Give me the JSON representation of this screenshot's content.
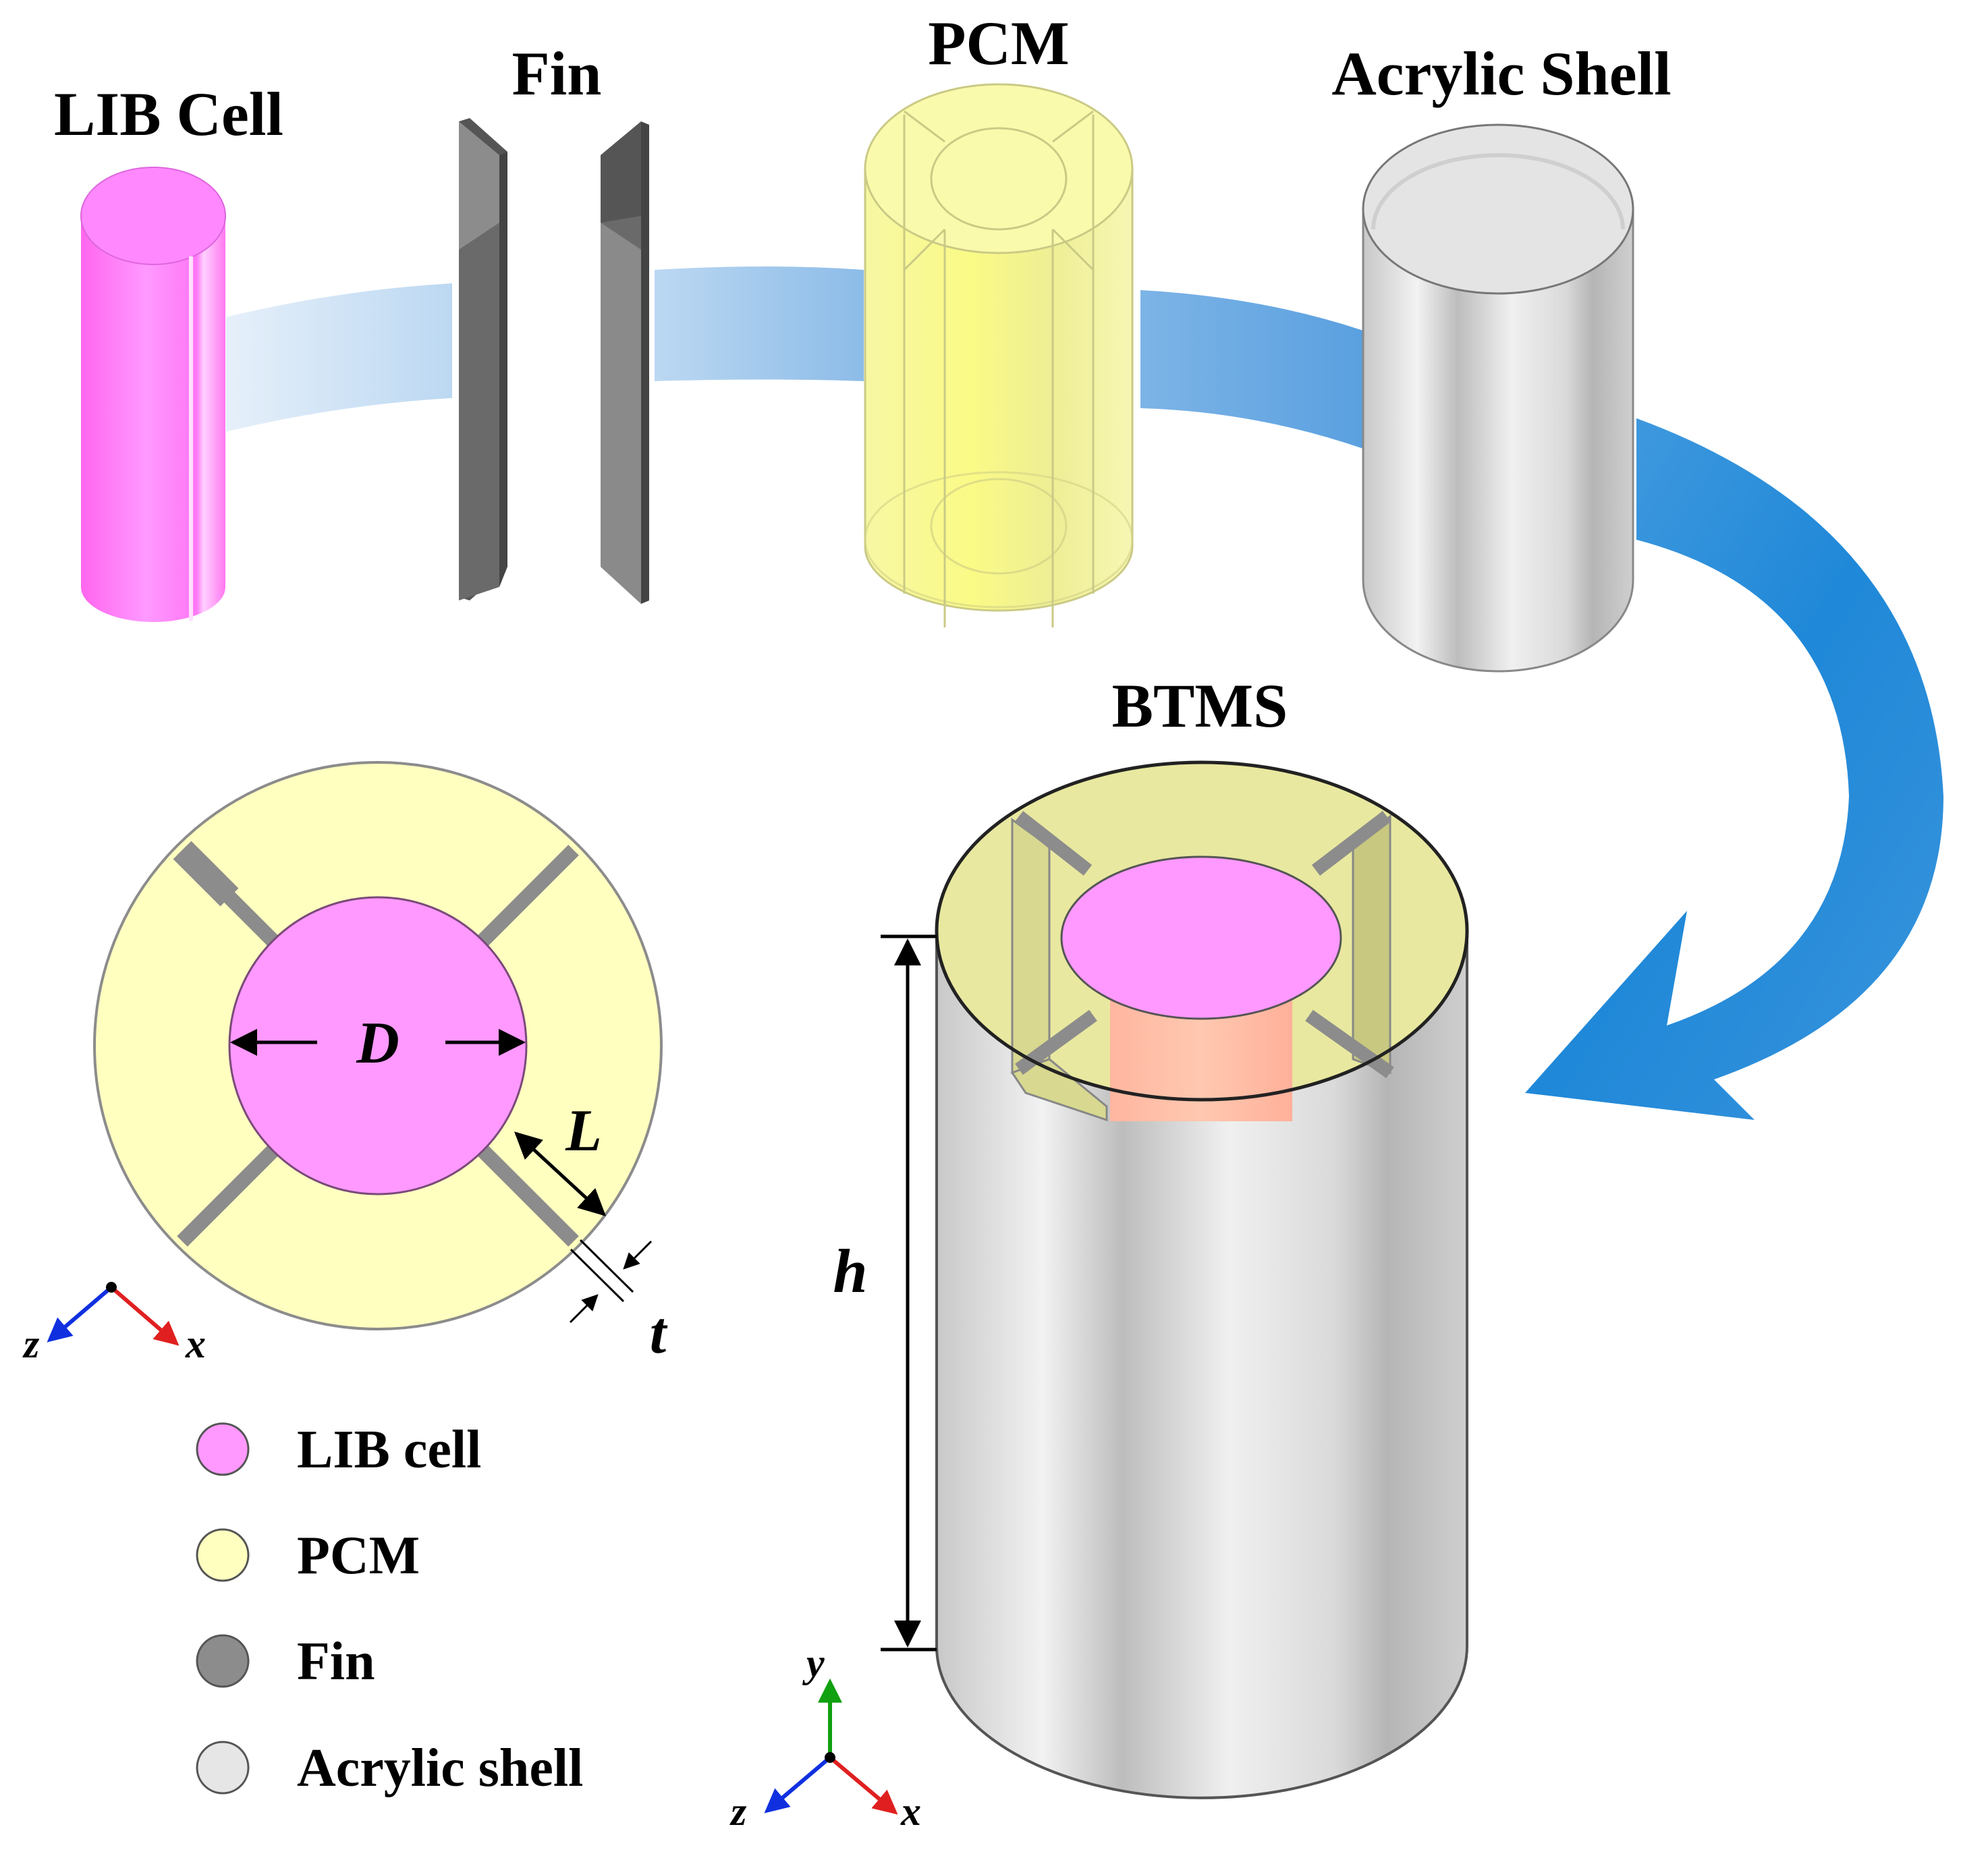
{
  "titles": {
    "lib_cell": "LIB Cell",
    "fin": "Fin",
    "pcm": "PCM",
    "acrylic_shell": "Acrylic Shell",
    "btms": "BTMS"
  },
  "dimensions": {
    "diameter": "D",
    "fin_length": "L",
    "fin_thickness": "t",
    "height": "h"
  },
  "axes": {
    "top_view": {
      "horizontal_1": "z",
      "horizontal_2": "x"
    },
    "iso_view": {
      "vertical": "y",
      "horizontal_1": "z",
      "horizontal_2": "x"
    }
  },
  "legend": [
    {
      "label": "LIB cell",
      "color": "#ff99ff"
    },
    {
      "label": "PCM",
      "color": "#ffffc0"
    },
    {
      "label": "Fin",
      "color": "#8c8c8c"
    },
    {
      "label": "Acrylic shell",
      "color": "#e6e6e6"
    }
  ],
  "colors": {
    "lib_cell": "#ff88ff",
    "pcm": "#ffff99",
    "fin": "#808080",
    "shell": "#d9d9d9",
    "arrow": "#2b8fd9",
    "axis_x": "#e02020",
    "axis_y": "#10a010",
    "axis_z": "#1030e0"
  }
}
